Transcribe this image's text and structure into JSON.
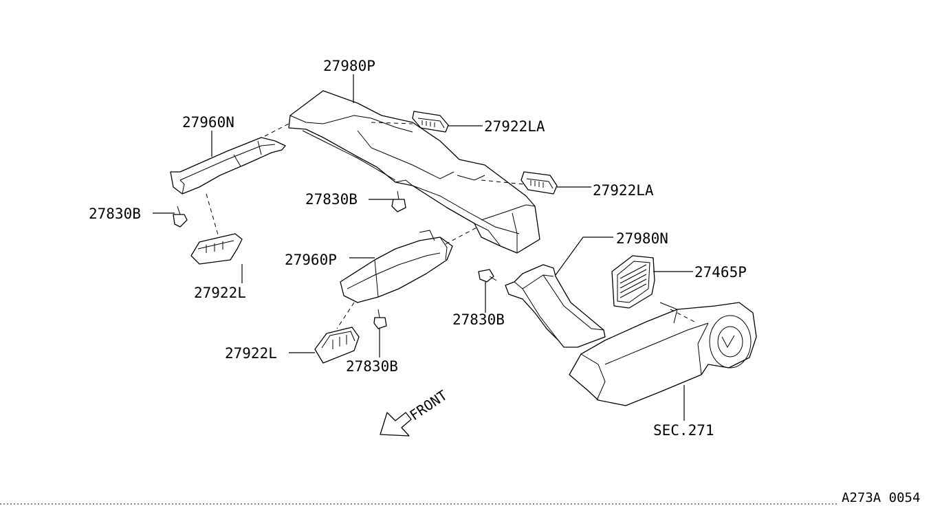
{
  "labels": {
    "p27980P": "27980P",
    "p27960N": "27960N",
    "p27922LA_1": "27922LA",
    "p27922LA_2": "27922LA",
    "p27830B_1": "27830B",
    "p27830B_2": "27830B",
    "p27830B_3": "27830B",
    "p27830B_4": "27830B",
    "p27922L_1": "27922L",
    "p27922L_2": "27922L",
    "p27960P": "27960P",
    "p27980N": "27980N",
    "p27465P": "27465P",
    "sec271": "SEC.271"
  },
  "front": "FRONT",
  "figure_code": "A273A 0054"
}
